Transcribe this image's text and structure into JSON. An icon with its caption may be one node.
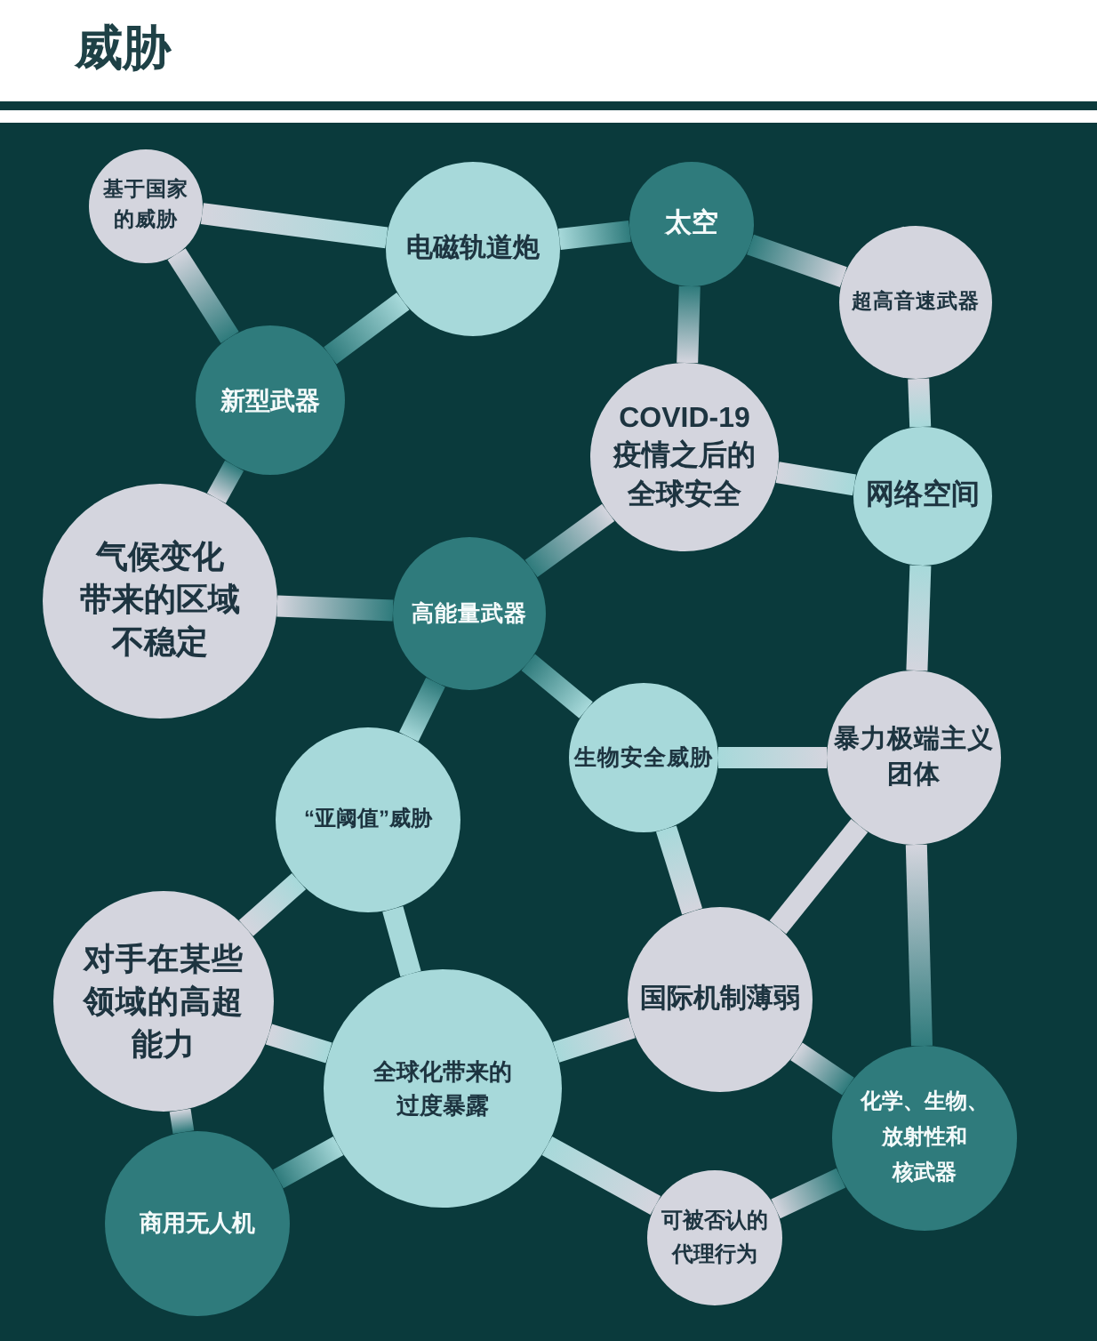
{
  "diagram": {
    "title": "威胁",
    "nodes": [
      {
        "text": [
          "基于国家的威胁"
        ]
      },
      {
        "text": [
          "电磁轨道炮"
        ]
      },
      {
        "text": [
          "太空"
        ]
      },
      {
        "text": [
          "超高音速武器"
        ]
      },
      {
        "text": [
          "新型武器"
        ]
      },
      {
        "text": [
          "COVID-19疫情之后的全球安全"
        ]
      },
      {
        "text": [
          "网络空间"
        ]
      },
      {
        "text": [
          "气候变化带来的区域不稳定"
        ]
      },
      {
        "text": [
          "高能量武器"
        ]
      },
      {
        "text": [
          "生物安全威胁"
        ]
      },
      {
        "text": [
          "暴力极端主义团体"
        ]
      },
      {
        "text": [
          "“亚阈值”威胁"
        ]
      },
      {
        "text": [
          "对手在某些领域的高超能力"
        ]
      },
      {
        "text": [
          "国际机制薄弱"
        ]
      },
      {
        "text": [
          "全球化带来的过度暴露"
        ]
      },
      {
        "text": [
          "化学、生物、放射性和核武器"
        ]
      },
      {
        "text": [
          "商用无人机"
        ]
      },
      {
        "text": [
          "可被否认的代理行为"
        ]
      }
    ],
    "edges": [
      {
        "from": 0,
        "to": 1,
        "arrow": "none"
      },
      {
        "from": 0,
        "to": 4,
        "arrow": "none"
      },
      {
        "from": 1,
        "to": 4,
        "arrow": "none"
      },
      {
        "from": 1,
        "to": 2,
        "arrow": "none"
      },
      {
        "from": 2,
        "to": 3,
        "arrow": "none"
      },
      {
        "from": 2,
        "to": 5,
        "arrow": "none"
      },
      {
        "from": 3,
        "to": 6,
        "arrow": "none"
      },
      {
        "from": 5,
        "to": 6,
        "arrow": "none"
      },
      {
        "from": 5,
        "to": 8,
        "arrow": "none"
      },
      {
        "from": 4,
        "to": 7,
        "arrow": "none"
      },
      {
        "from": 7,
        "to": 8,
        "arrow": "none"
      },
      {
        "from": 8,
        "to": 9,
        "arrow": "none"
      },
      {
        "from": 8,
        "to": 11,
        "arrow": "none"
      },
      {
        "from": 9,
        "to": 10,
        "arrow": "none"
      },
      {
        "from": 9,
        "to": 13,
        "arrow": "none"
      },
      {
        "from": 6,
        "to": 10,
        "arrow": "none"
      },
      {
        "from": 10,
        "to": 13,
        "arrow": "none"
      },
      {
        "from": 10,
        "to": 15,
        "arrow": "none"
      },
      {
        "from": 13,
        "to": 15,
        "arrow": "none"
      },
      {
        "from": 11,
        "to": 12,
        "arrow": "none"
      },
      {
        "from": 11,
        "to": 14,
        "arrow": "none"
      },
      {
        "from": 12,
        "to": 14,
        "arrow": "none"
      },
      {
        "from": 12,
        "to": 16,
        "arrow": "none"
      },
      {
        "from": 14,
        "to": 16,
        "arrow": "none"
      },
      {
        "from": 14,
        "to": 13,
        "arrow": "none"
      },
      {
        "from": 14,
        "to": 17,
        "arrow": "none"
      },
      {
        "from": 17,
        "to": 15,
        "arrow": "none"
      }
    ]
  }
}
